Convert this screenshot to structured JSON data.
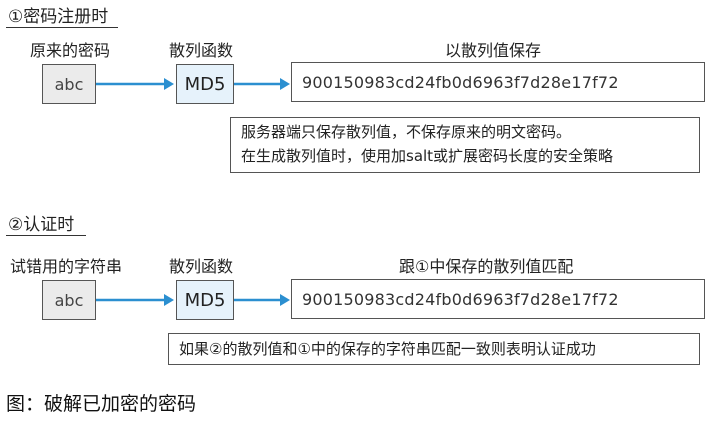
{
  "section1": {
    "title": "①密码注册时",
    "labels": {
      "original": "原来的密码",
      "hash_func": "散列函数",
      "saved": "以散列值保存"
    },
    "input": "abc",
    "func": "MD5",
    "hash": "900150983cd24fb0d6963f7d28e17f72",
    "note_line1": "服务器端只保存散列值，不保存原来的明文密码。",
    "note_line2": "在生成散列值时，使用加salt或扩展密码长度的安全策略"
  },
  "section2": {
    "title": "②认证时",
    "labels": {
      "original": "试错用的字符串",
      "hash_func": "散列函数",
      "saved": "跟①中保存的散列值匹配"
    },
    "input": "abc",
    "func": "MD5",
    "hash": "900150983cd24fb0d6963f7d28e17f72",
    "note": "如果②的散列值和①中的保存的字符串匹配一致则表明认证成功"
  },
  "caption": "图：破解已加密的密码",
  "colors": {
    "arrow": "#2b8fd0",
    "func_box": "#e6f2fb",
    "input_box": "#ebebeb"
  }
}
